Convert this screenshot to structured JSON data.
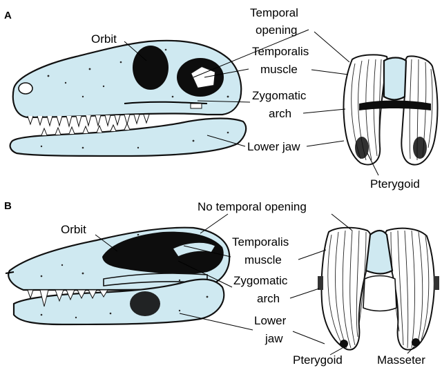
{
  "colors": {
    "bone": "#cfe9f1",
    "ink": "#0d0d0d",
    "background": "#ffffff"
  },
  "panel_a": {
    "letter": "A",
    "labels": {
      "temporal_opening_1": "Temporal",
      "temporal_opening_2": "opening",
      "orbit": "Orbit",
      "temporalis_1": "Temporalis",
      "temporalis_2": "muscle",
      "zygomatic_1": "Zygomatic",
      "zygomatic_2": "arch",
      "lower_jaw": "Lower jaw",
      "pterygoid": "Pterygoid"
    }
  },
  "panel_b": {
    "letter": "B",
    "labels": {
      "no_temporal_opening": "No temporal opening",
      "orbit": "Orbit",
      "temporalis_1": "Temporalis",
      "temporalis_2": "muscle",
      "zygomatic_1": "Zygomatic",
      "zygomatic_2": "arch",
      "lower_jaw_1": "Lower",
      "lower_jaw_2": "jaw",
      "pterygoid": "Pterygoid",
      "masseter": "Masseter"
    }
  }
}
